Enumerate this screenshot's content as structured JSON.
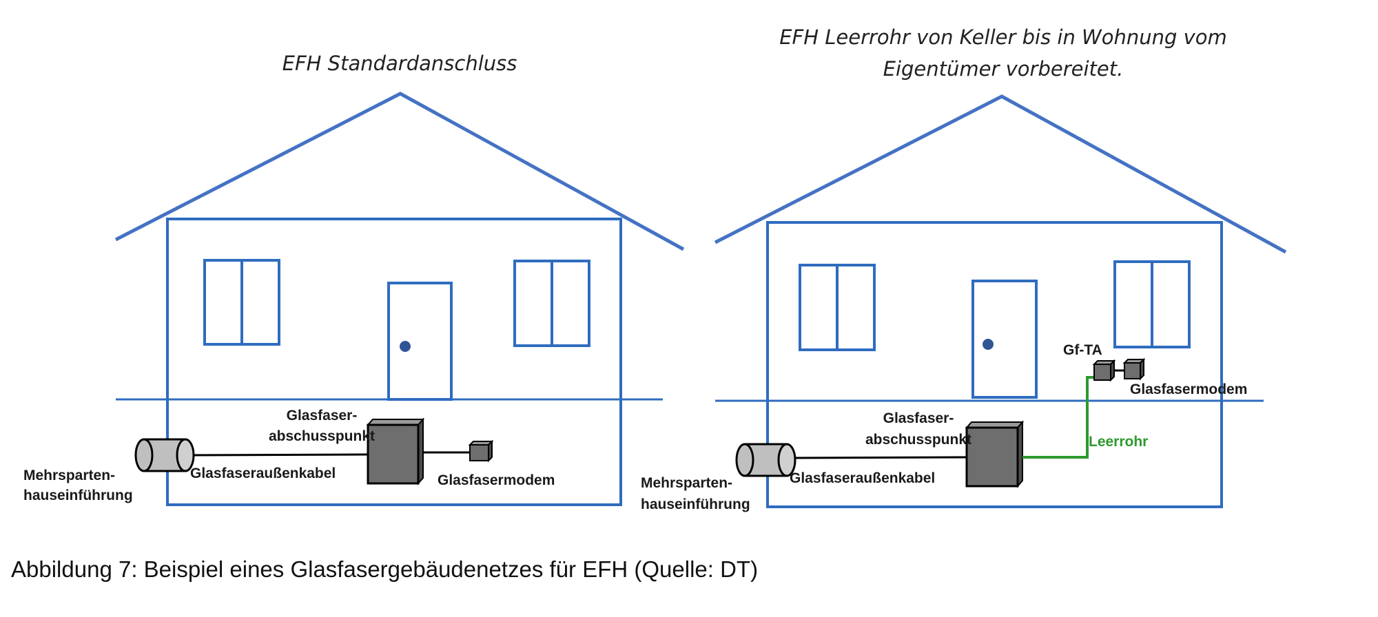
{
  "colors": {
    "house_outline": "#2f6cbf",
    "roof": "#4472c4",
    "device_fill": "#6e6e6e",
    "conduit": "#2e9a2e",
    "text": "#1a1a1a"
  },
  "left_house": {
    "title": "EFH Standardanschluss",
    "label_entry_1": "Mehrsparten-",
    "label_entry_2": "hauseinführung",
    "label_cable": "Glasfaseraußenkabel",
    "label_gap_1": "Glasfaser-",
    "label_gap_2": "abschusspunkt",
    "label_modem": "Glasfasermodem"
  },
  "right_house": {
    "title_line1": "EFH Leerrohr von Keller bis in Wohnung vom",
    "title_line2": "Eigentümer vorbereitet.",
    "label_entry_1": "Mehrsparten-",
    "label_entry_2": "hauseinführung",
    "label_cable": "Glasfaseraußenkabel",
    "label_gap_1": "Glasfaser-",
    "label_gap_2": "abschusspunkt",
    "label_conduit": "Leerrohr",
    "label_gfta": "Gf-TA",
    "label_modem": "Glasfasermodem"
  },
  "caption": "Abbildung 7: Beispiel eines Glasfasergebäudenetzes für EFH (Quelle: DT)"
}
